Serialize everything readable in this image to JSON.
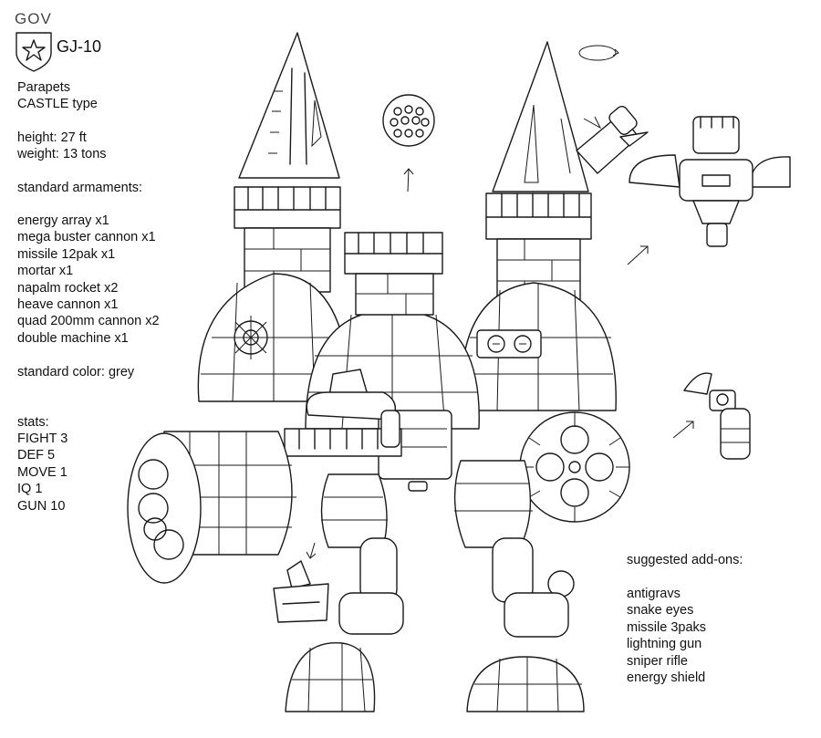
{
  "badge": {
    "gov": "GOV",
    "id": "GJ-10"
  },
  "spec": {
    "name": "Parapets",
    "type": "CASTLE type",
    "height": "height: 27 ft",
    "weight": "weight: 13 tons",
    "armaments_title": "standard armaments:",
    "armaments": [
      "energy array x1",
      "mega buster cannon x1",
      "missile 12pak x1",
      "mortar x1",
      "napalm rocket x2",
      "heave cannon x1",
      "quad 200mm cannon x2",
      "double machine x1"
    ],
    "color": "standard color: grey",
    "stats_title": "stats:",
    "stats": [
      "FIGHT 3",
      "DEF 5",
      "MOVE 1",
      "IQ 1",
      "GUN 10"
    ]
  },
  "addons": {
    "title": "suggested add-ons:",
    "items": [
      "antigravs",
      "snake eyes",
      "missile 3paks",
      "lightning gun",
      "sniper rifle",
      "energy shield"
    ]
  },
  "colors": {
    "ink": "#1a1a1a",
    "paper": "#ffffff"
  }
}
